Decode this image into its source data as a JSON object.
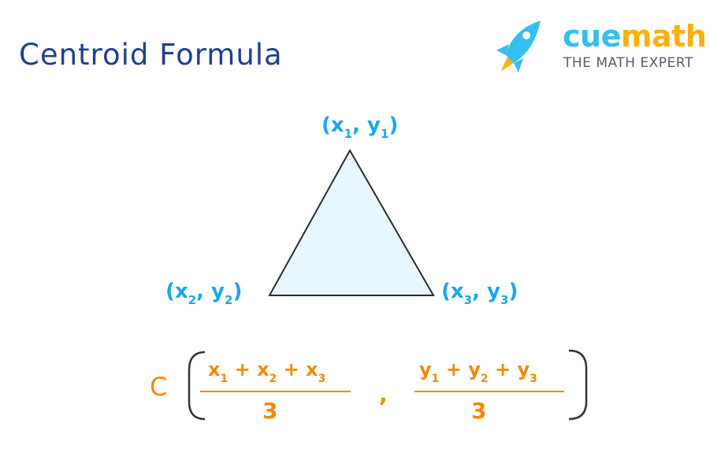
{
  "title": "Centroid Formula",
  "logo": {
    "brand_part1": "cue",
    "brand_part2": "math",
    "tagline": "THE MATH EXPERT",
    "icon": "rocket-icon",
    "colors": {
      "cue": "#33bff0",
      "math": "#fbb012",
      "tagline": "#5c5c5c"
    }
  },
  "triangle": {
    "fill": "#e8f6fd",
    "stroke": "#2b2b2b",
    "vertices": {
      "top": {
        "x": "x",
        "y": "y",
        "index": "1"
      },
      "left": {
        "x": "x",
        "y": "y",
        "index": "2"
      },
      "right": {
        "x": "x",
        "y": "y",
        "index": "3"
      }
    }
  },
  "formula": {
    "label": "C",
    "x_numerator": [
      "x",
      "1",
      "+",
      "x",
      "2",
      "+",
      "x",
      "3"
    ],
    "y_numerator": [
      "y",
      "1",
      "+",
      "y",
      "2",
      "+",
      "y",
      "3"
    ],
    "denominator": "3",
    "separator": ",",
    "color": "#f28a00"
  },
  "colors": {
    "title": "#1f3f91",
    "vertex_label": "#1aa7ec"
  }
}
